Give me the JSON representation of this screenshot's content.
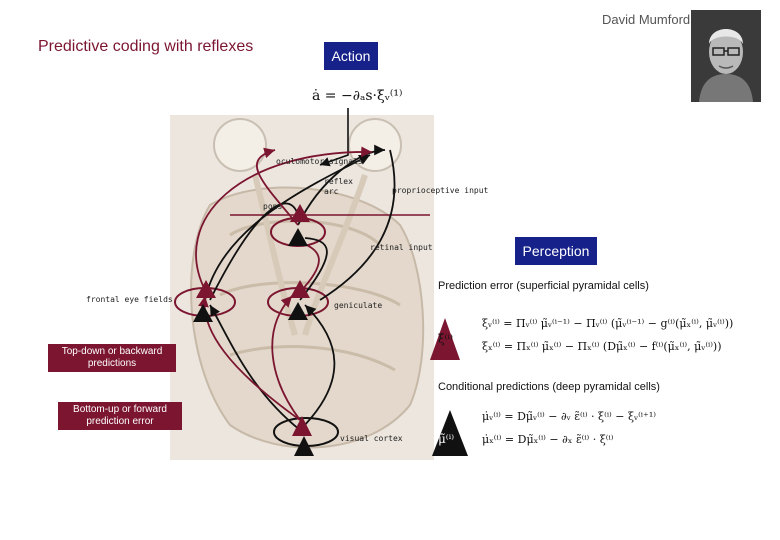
{
  "title": "Predictive coding with reflexes",
  "author": "David Mumford",
  "action_label": "Action",
  "perception_label": "Perception",
  "action_equation": "ȧ = −∂ₐs·ξᵥ⁽¹⁾",
  "brain_labels": {
    "oculomotor": "oculomotor signals",
    "reflex_arc": "reflex arc",
    "proprioceptive": "proprioceptive input",
    "pons": "pons",
    "retinal": "retinal input",
    "frontal": "frontal eye fields",
    "geniculate": "geniculate",
    "visual_cortex": "visual cortex"
  },
  "tags": {
    "top_down": "Top-down or backward predictions",
    "bottom_up": "Bottom-up or forward prediction error"
  },
  "prediction_error_heading": "Prediction error (superficial pyramidal cells)",
  "conditional_heading": "Conditional predictions (deep pyramidal cells)",
  "xi_symbol": "ξ⁽ⁱ⁾",
  "mu_symbol": "μ̃⁽ⁱ⁾",
  "equations": {
    "pe_v": "ξᵥ⁽ⁱ⁾ = Πᵥ⁽ⁱ⁾ μ̃ᵥ⁽ⁱ⁻¹⁾ − Πᵥ⁽ⁱ⁾ (μ̃ᵥ⁽ⁱ⁻¹⁾ − g⁽ⁱ⁾(μ̃ₓ⁽ⁱ⁾, μ̃ᵥ⁽ⁱ⁾))",
    "pe_x": "ξₓ⁽ⁱ⁾ = Πₓ⁽ⁱ⁾ μ̃ₓ⁽ⁱ⁾ − Πₓ⁽ⁱ⁾ (Dμ̃ₓ⁽ⁱ⁾ − f⁽ⁱ⁾(μ̃ₓ⁽ⁱ⁾, μ̃ᵥ⁽ⁱ⁾))",
    "cp_v": "μ̇ᵥ⁽ⁱ⁾ = Dμ̃ᵥ⁽ⁱ⁾ − ∂ᵥ ε̃⁽ⁱ⁾ · ξ⁽ⁱ⁾ − ξᵥ⁽ⁱ⁺¹⁾",
    "cp_x": "μ̇ₓ⁽ⁱ⁾ = Dμ̃ₓ⁽ⁱ⁾ − ∂ₓ ε̃⁽ⁱ⁾ · ξ⁽ⁱ⁾"
  },
  "colors": {
    "accent": "#7b1530",
    "box": "#16218a"
  }
}
